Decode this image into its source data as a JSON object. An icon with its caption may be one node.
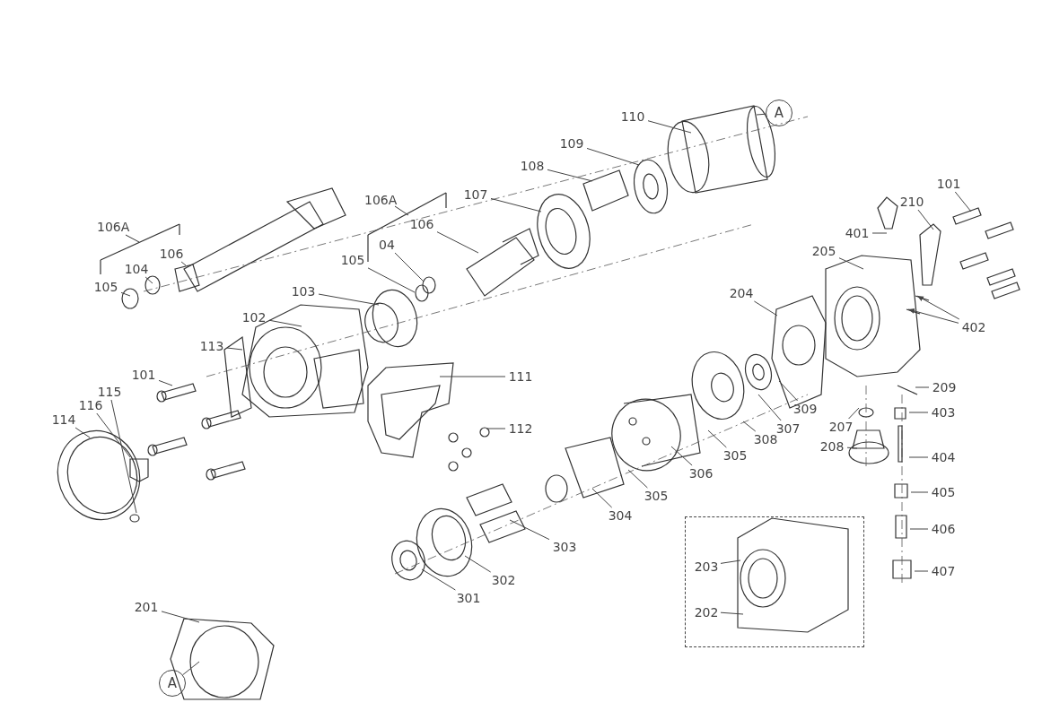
{
  "diagram": {
    "nodes": [
      {
        "text": [
          "110"
        ]
      },
      {
        "text": [
          "A"
        ]
      },
      {
        "text": [
          "109"
        ]
      },
      {
        "text": [
          "108"
        ]
      },
      {
        "text": [
          "107"
        ]
      },
      {
        "text": [
          "106"
        ]
      },
      {
        "text": [
          "04"
        ]
      },
      {
        "text": [
          "105"
        ]
      },
      {
        "text": [
          "103"
        ]
      },
      {
        "text": [
          "102"
        ]
      },
      {
        "text": [
          "113"
        ]
      },
      {
        "text": [
          "101"
        ]
      },
      {
        "text": [
          "111"
        ]
      },
      {
        "text": [
          "112"
        ]
      },
      {
        "text": [
          "116"
        ]
      },
      {
        "text": [
          "115"
        ]
      },
      {
        "text": [
          "114"
        ]
      },
      {
        "text": [
          "106"
        ]
      },
      {
        "text": [
          "104"
        ]
      },
      {
        "text": [
          "105"
        ]
      },
      {
        "text": [
          "101"
        ]
      },
      {
        "text": [
          "210"
        ]
      },
      {
        "text": [
          "401"
        ]
      },
      {
        "text": [
          "205"
        ]
      },
      {
        "text": [
          "204"
        ]
      },
      {
        "text": [
          "402"
        ]
      },
      {
        "text": [
          "209"
        ]
      },
      {
        "text": [
          "309"
        ]
      },
      {
        "text": [
          "307"
        ]
      },
      {
        "text": [
          "308"
        ]
      },
      {
        "text": [
          "305"
        ]
      },
      {
        "text": [
          "306"
        ]
      },
      {
        "text": [
          "305"
        ]
      },
      {
        "text": [
          "304"
        ]
      },
      {
        "text": [
          "303"
        ]
      },
      {
        "text": [
          "302"
        ]
      },
      {
        "text": [
          "301"
        ]
      },
      {
        "text": [
          "207"
        ]
      },
      {
        "text": [
          "208"
        ]
      },
      {
        "text": [
          "403"
        ]
      },
      {
        "text": [
          "404"
        ]
      },
      {
        "text": [
          "405"
        ]
      },
      {
        "text": [
          "406"
        ]
      },
      {
        "text": [
          "407"
        ]
      },
      {
        "text": [],
        "shape": "box"
      },
      {
        "text": [
          "203"
        ],
        "in": 44
      },
      {
        "text": [
          "202"
        ],
        "in": 44
      },
      {
        "text": [
          "201"
        ]
      },
      {
        "text": [
          "A"
        ]
      }
    ],
    "edges": [
      {
        "from": 0,
        "to": null,
        "arrow": "none"
      },
      {
        "from": 1,
        "to": null,
        "arrow": "none"
      },
      {
        "from": 2,
        "to": null,
        "arrow": "none"
      },
      {
        "from": 3,
        "to": null,
        "arrow": "none"
      },
      {
        "from": 4,
        "to": null,
        "arrow": "none"
      },
      {
        "from": 5,
        "to": null,
        "arrow": "none"
      },
      {
        "from": 6,
        "to": null,
        "arrow": "none"
      },
      {
        "from": 7,
        "to": null,
        "arrow": "none"
      },
      {
        "from": 8,
        "to": null,
        "arrow": "none"
      },
      {
        "from": 9,
        "to": null,
        "arrow": "none"
      },
      {
        "from": 10,
        "to": null,
        "arrow": "none"
      },
      {
        "from": 11,
        "to": null,
        "arrow": "none"
      },
      {
        "from": 12,
        "to": null,
        "arrow": "none"
      },
      {
        "from": 13,
        "to": null,
        "arrow": "none"
      },
      {
        "from": 14,
        "to": null,
        "arrow": "none"
      },
      {
        "from": 15,
        "to": null,
        "arrow": "none"
      },
      {
        "from": 16,
        "to": null,
        "arrow": "none"
      },
      {
        "from": 17,
        "to": null,
        "arrow": "none"
      },
      {
        "from": 18,
        "to": null,
        "arrow": "none"
      },
      {
        "from": 19,
        "to": null,
        "arrow": "none"
      },
      {
        "from": 20,
        "to": null,
        "arrow": "none"
      },
      {
        "from": 21,
        "to": null,
        "arrow": "none"
      },
      {
        "from": 22,
        "to": null,
        "arrow": "none"
      },
      {
        "from": 23,
        "to": null,
        "arrow": "none"
      },
      {
        "from": 24,
        "to": null,
        "arrow": "none"
      },
      {
        "from": 25,
        "to": null,
        "arrow": "to"
      },
      {
        "from": 25,
        "to": null,
        "arrow": "to"
      },
      {
        "from": 26,
        "to": null,
        "arrow": "none"
      },
      {
        "from": 27,
        "to": null,
        "arrow": "none"
      },
      {
        "from": 28,
        "to": null,
        "arrow": "none"
      },
      {
        "from": 29,
        "to": null,
        "arrow": "none"
      },
      {
        "from": 30,
        "to": null,
        "arrow": "none"
      },
      {
        "from": 31,
        "to": null,
        "arrow": "none"
      },
      {
        "from": 32,
        "to": null,
        "arrow": "none"
      },
      {
        "from": 33,
        "to": null,
        "arrow": "none"
      },
      {
        "from": 34,
        "to": null,
        "arrow": "none"
      },
      {
        "from": 35,
        "to": null,
        "arrow": "none"
      },
      {
        "from": 36,
        "to": null,
        "arrow": "none"
      },
      {
        "from": 37,
        "to": null,
        "arrow": "none"
      },
      {
        "from": 38,
        "to": null,
        "arrow": "none"
      },
      {
        "from": 39,
        "to": null,
        "arrow": "none"
      },
      {
        "from": 40,
        "to": null,
        "arrow": "none"
      },
      {
        "from": 41,
        "to": null,
        "arrow": "none"
      },
      {
        "from": 42,
        "to": null,
        "arrow": "none"
      },
      {
        "from": 43,
        "to": null,
        "arrow": "none"
      },
      {
        "from": 45,
        "to": null,
        "arrow": "none"
      },
      {
        "from": 46,
        "to": null,
        "arrow": "none"
      },
      {
        "from": 47,
        "to": null,
        "arrow": "none"
      },
      {
        "from": 48,
        "to": null,
        "arrow": "none"
      }
    ],
    "labels": [
      "106A",
      "106A"
    ]
  }
}
